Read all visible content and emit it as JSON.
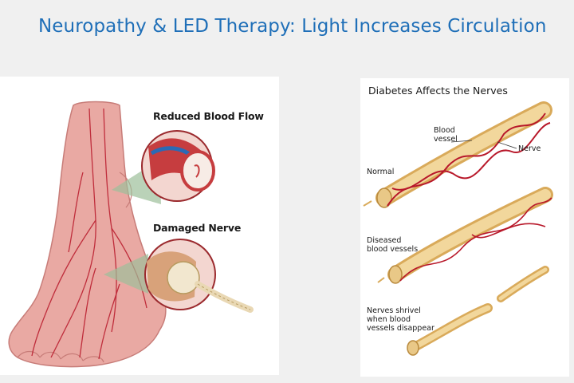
{
  "title": "Neuropathy & LED Therapy: Light Increases Circulation",
  "left_figure": {
    "labels": {
      "reduced_blood_flow": "Reduced Blood Flow",
      "damaged_nerve": "Damaged Nerve"
    }
  },
  "right_figure": {
    "title": "Diabetes Affects the Nerves",
    "labels": {
      "blood_vessel_line1": "Blood",
      "blood_vessel_line2": "vessel",
      "nerve": "Nerve",
      "normal": "Normal",
      "diseased_line1": "Diseased",
      "diseased_line2": "blood vessels",
      "shrivel_line1": "Nerves shrivel",
      "shrivel_line2": "when blood",
      "shrivel_line3": "vessels disappear"
    }
  },
  "colors": {
    "title": "#1f6fb8",
    "background": "#f0f0f0",
    "skin": "#e9a9a3",
    "vessel": "#b8182a",
    "nerve": "#e8c27a"
  }
}
